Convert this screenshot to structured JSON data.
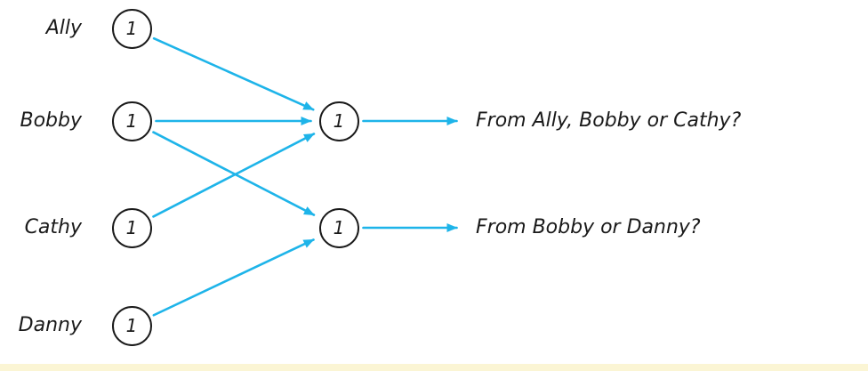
{
  "diagram": {
    "arrow_color": "#1eb4e9",
    "node_stroke_color": "#1a1a1a",
    "bottom_strip_color": "#fbf5d4",
    "inputs": [
      {
        "id": "ally",
        "label": "Ally",
        "value": "1"
      },
      {
        "id": "bobby",
        "label": "Bobby",
        "value": "1"
      },
      {
        "id": "cathy",
        "label": "Cathy",
        "value": "1"
      },
      {
        "id": "danny",
        "label": "Danny",
        "value": "1"
      }
    ],
    "outputs": [
      {
        "id": "out1",
        "value": "1",
        "annotation": "From Ally, Bobby or Cathy?"
      },
      {
        "id": "out2",
        "value": "1",
        "annotation": "From Bobby or Danny?"
      }
    ],
    "edges": [
      {
        "from": "ally",
        "to": "out1"
      },
      {
        "from": "bobby",
        "to": "out1"
      },
      {
        "from": "bobby",
        "to": "out2"
      },
      {
        "from": "cathy",
        "to": "out1"
      },
      {
        "from": "danny",
        "to": "out2"
      }
    ]
  }
}
